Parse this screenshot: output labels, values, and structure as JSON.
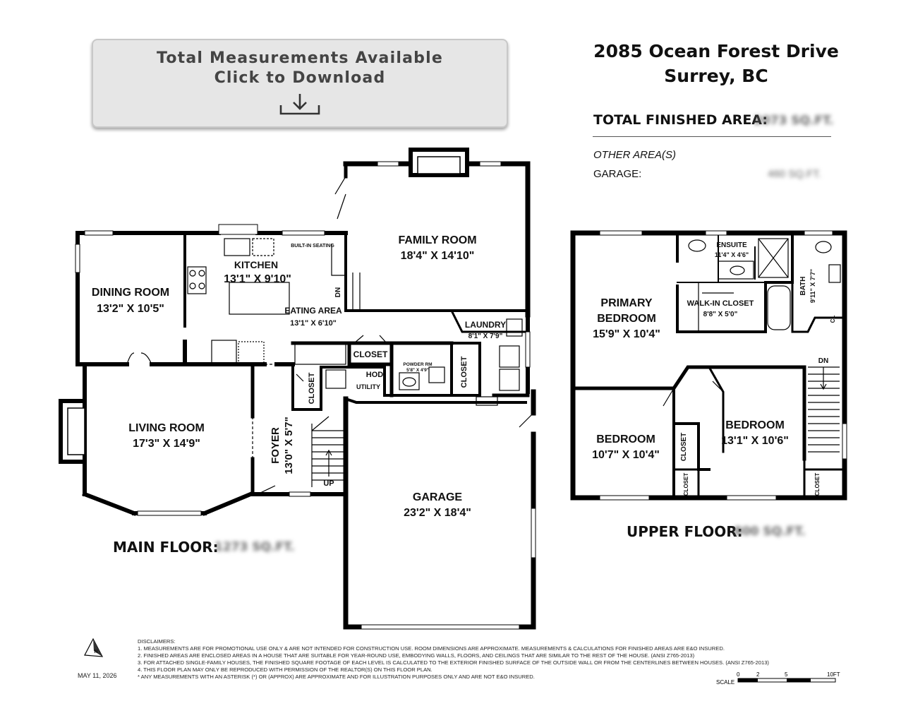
{
  "banner": {
    "line1": "Total Measurements Available",
    "line2": "Click to Download",
    "icon": "download-icon"
  },
  "address": {
    "line1": "2085 Ocean Forest Drive",
    "line2": "Surrey, BC"
  },
  "summary": {
    "total_label": "TOTAL FINISHED AREA:",
    "total_value": "2073 SQ.FT.",
    "other_label": "OTHER AREA(S)",
    "garage_label": "GARAGE:",
    "garage_value": "460 SQ.FT."
  },
  "floors": {
    "main_label": "MAIN FLOOR:",
    "main_value": "1273 SQ.FT.",
    "upper_label": "UPPER FLOOR:",
    "upper_value": "800 SQ.FT."
  },
  "rooms": {
    "family_name": "FAMILY ROOM",
    "family_dim": "18'4\" X 14'10\"",
    "kitchen_name": "KITCHEN",
    "kitchen_dim": "13'1\" X 9'10\"",
    "dining_name": "DINING ROOM",
    "dining_dim": "13'2\" X 10'5\"",
    "eating_name": "EATING AREA",
    "eating_dim": "13'1\" X 6'10\"",
    "builtin": "BUILT-IN SEATING",
    "laundry_name": "LAUNDRY",
    "laundry_dim": "8'1\" X 7'9\"",
    "living_name": "LIVING ROOM",
    "living_dim": "17'3\" X 14'9\"",
    "closet": "CLOSET",
    "powder_name": "POWDER RM",
    "powder_dim": "5'8\" X 4'9\"",
    "hod": "HOD",
    "utility": "UTILITY",
    "foyer_name": "FOYER",
    "foyer_dim": "13'0\" X 5'7\"",
    "up": "UP",
    "dn": "DN",
    "garage_name": "GARAGE",
    "garage_dim": "23'2\" X 18'4\"",
    "primary_name1": "PRIMARY",
    "primary_name2": "BEDROOM",
    "primary_dim": "15'9\" X 10'4\"",
    "ensuite_name": "ENSUITE",
    "ensuite_dim": "11'4\" X 4'6\"",
    "walkin_name": "WALK-IN CLOSET",
    "walkin_dim": "8'8\" X 5'0\"",
    "bath_name": "BATH",
    "bath_dim": "9'11\" X 7'7\"",
    "cl": "CL",
    "bedroom_name": "BEDROOM",
    "bed2_dim": "10'7\" X 10'4\"",
    "bed3_dim": "13'1\" X 10'6\""
  },
  "disclaimers": {
    "title": "DISCLAIMERS:",
    "items": [
      "1. MEASUREMENTS ARE FOR PROMOTIONAL USE ONLY & ARE NOT INTENDED FOR CONSTRUCTION USE. ROOM DIMENSIONS ARE APPROXIMATE. MEASUREMENTS & CALCULATIONS FOR FINISHED AREAS ARE E&O INSURED.",
      "2. FINISHED AREAS ARE ENCLOSED AREAS IN A HOUSE THAT ARE SUITABLE FOR YEAR-ROUND USE, EMBODYING WALLS, FLOORS, AND CEILINGS THAT ARE SIMILAR TO THE REST OF THE HOUSE. (ANSI Z765-2013)",
      "3. FOR ATTACHED SINGLE-FAMILY HOUSES, THE FINISHED SQUARE FOOTAGE OF EACH LEVEL IS CALCULATED TO THE EXTERIOR FINISHED SURFACE OF THE OUTSIDE WALL OR FROM THE CENTERLINES BETWEEN HOUSES. (ANSI Z765-2013)",
      "4. THIS FLOOR PLAN MAY ONLY BE REPRODUCED WITH PERMISSION OF THE REALTOR(S) ON THIS FLOOR PLAN.",
      "* ANY MEASUREMENTS WITH AN ASTERISK (*) OR (APPROX) ARE APPROXIMATE AND FOR ILLUSTRATION PURPOSES ONLY AND ARE NOT E&O INSURED."
    ]
  },
  "date": "MAY 11, 2026",
  "north": "N",
  "scale": {
    "label": "SCALE",
    "ticks": [
      "0",
      "2",
      "5",
      "10FT"
    ]
  }
}
